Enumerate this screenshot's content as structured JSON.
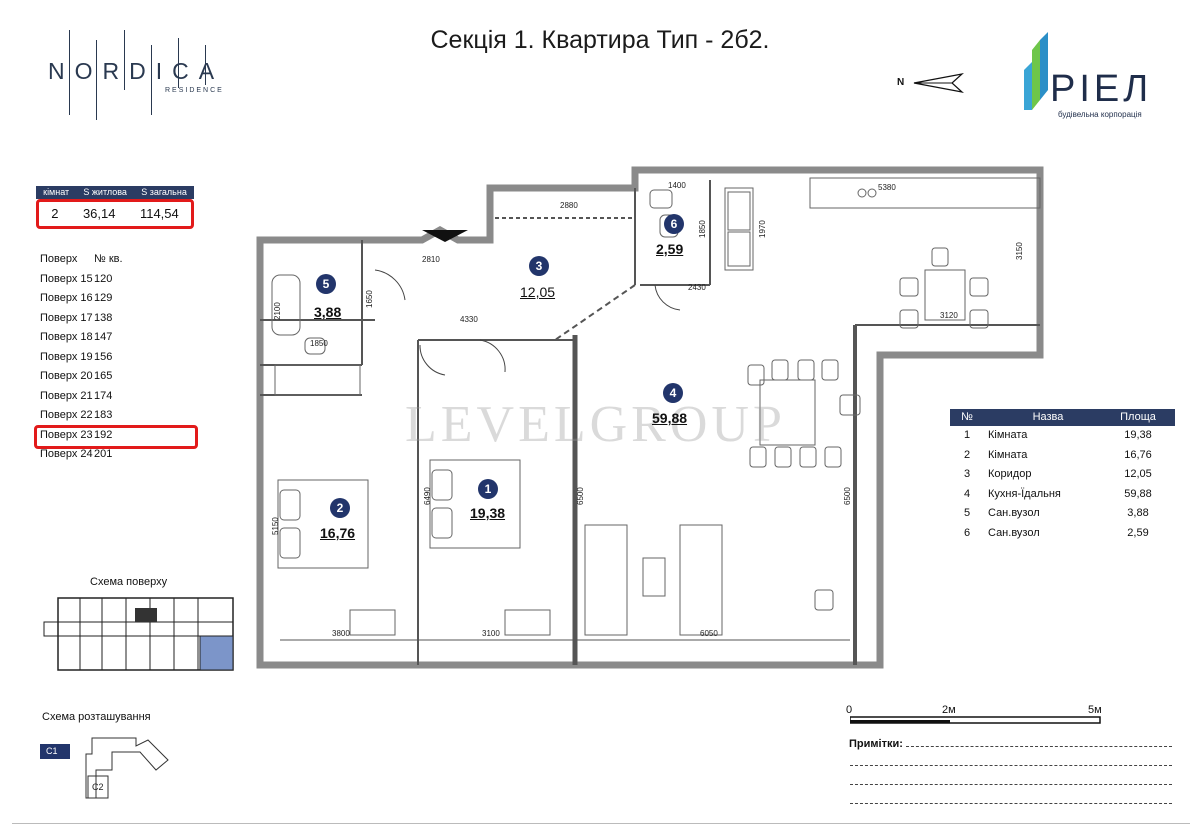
{
  "title": "Секція 1. Квартира Тип - 2б2.",
  "brand": {
    "name": "NORDICA",
    "sub": "RESIDENCE"
  },
  "developer": {
    "name": "РІЕЛ",
    "sub": "будівельна корпорація"
  },
  "north_label": "N",
  "summary": {
    "headers": [
      "кімнат",
      "S житлова",
      "S загальна"
    ],
    "values": [
      "2",
      "36,14",
      "114,54"
    ]
  },
  "floors": {
    "headers": [
      "Поверх",
      "№ кв."
    ],
    "rows": [
      [
        "Поверх 15",
        "120"
      ],
      [
        "Поверх 16",
        "129"
      ],
      [
        "Поверх 17",
        "138"
      ],
      [
        "Поверх 18",
        "147"
      ],
      [
        "Поверх 19",
        "156"
      ],
      [
        "Поверх 20",
        "165"
      ],
      [
        "Поверх 21",
        "174"
      ],
      [
        "Поверх 22",
        "183"
      ],
      [
        "Поверх 23",
        "192"
      ],
      [
        "Поверх 24",
        "201"
      ]
    ],
    "highlighted": "Поверх 23"
  },
  "floor_scheme_title": "Схема поверху",
  "location_scheme_title": "Схема розташування",
  "location_labels": [
    "C1",
    "C2"
  ],
  "rooms_table": {
    "headers": [
      "№",
      "Назва",
      "Площа"
    ],
    "rows": [
      [
        "1",
        "Кімната",
        "19,38"
      ],
      [
        "2",
        "Кімната",
        "16,76"
      ],
      [
        "3",
        "Коридор",
        "12,05"
      ],
      [
        "4",
        "Кухня-Їдальня",
        "59,88"
      ],
      [
        "5",
        "Сан.вузол",
        "3,88"
      ],
      [
        "6",
        "Сан.вузол",
        "2,59"
      ]
    ]
  },
  "plan_rooms": [
    {
      "num": "1",
      "area": "19,38"
    },
    {
      "num": "2",
      "area": "16,76"
    },
    {
      "num": "3",
      "area": "12,05"
    },
    {
      "num": "4",
      "area": "59,88"
    },
    {
      "num": "5",
      "area": "3,88"
    },
    {
      "num": "6",
      "area": "2,59"
    }
  ],
  "dimensions": [
    "2880",
    "1400",
    "5380",
    "1850",
    "1970",
    "3150",
    "2810",
    "1650",
    "2100",
    "1850",
    "4330",
    "2430",
    "3120",
    "6490",
    "6500",
    "5150",
    "6500",
    "3800",
    "3100",
    "6050"
  ],
  "watermark": "LEVELGROUP",
  "scale": {
    "zero": "0",
    "mid": "2м",
    "end": "5м"
  },
  "notes_label": "Примітки:",
  "colors": {
    "navy": "#22356b",
    "highlight": "#e21a1a",
    "wall": "#888888"
  }
}
